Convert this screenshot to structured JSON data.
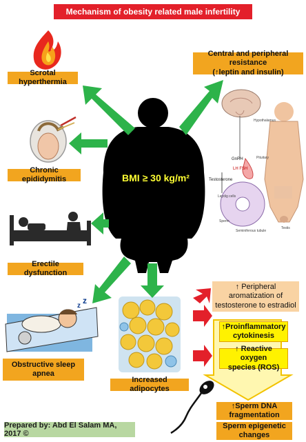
{
  "title": "Mechanism of obesity related male infertility",
  "center": {
    "label": "BMI ≥ 30 kg/m²"
  },
  "effects": {
    "scrotal": "Scrotal hyperthermia",
    "epididymitis": "Chronic epididymitis",
    "erectile": "Erectile dysfunction",
    "apnea_line1": "Obstructive sleep",
    "apnea_line2": "apnea",
    "adipocytes": "Increased adipocytes",
    "resistance_line1": "Central and peripheral resistance",
    "resistance_line2": "(↑leptin and insulin)"
  },
  "chain": {
    "aromatization_line1": "↑ Peripheral",
    "aromatization_line2": "aromatization of",
    "aromatization_line3": "testosterone to estradiol",
    "cytokines_line1": "↑Proinflammatory",
    "cytokines_line2": "cytokinesis",
    "ros_line1": "↑ Reactive oxygen",
    "ros_line2": "species (ROS)",
    "dna_line1": "↑Sperm DNA",
    "dna_line2": "fragmentation",
    "epigenetic_line1": "Sperm epigenetic",
    "epigenetic_line2": "changes"
  },
  "diagram_labels": {
    "gnrh": "GnRH",
    "lh_fsh": "LH FSH",
    "testosterone": "Testosterone",
    "hypothalamus": "Hypothalamus",
    "pituitary": "Pituitary",
    "testis": "Testis",
    "leydig": "Leydig cells",
    "sperm": "Sperm",
    "seminiferous": "Seminiferous tubule"
  },
  "credit": "Prepared by: Abd El Salam MA, 2017 ©",
  "colors": {
    "title_bg": "#e3202a",
    "box_orange": "#f2a51f",
    "box_peach": "#f9d3a3",
    "box_yellow": "#fff200",
    "arrow_green": "#2db34a",
    "arrow_red": "#e3202a",
    "credit_bg": "#b8d7a1"
  }
}
